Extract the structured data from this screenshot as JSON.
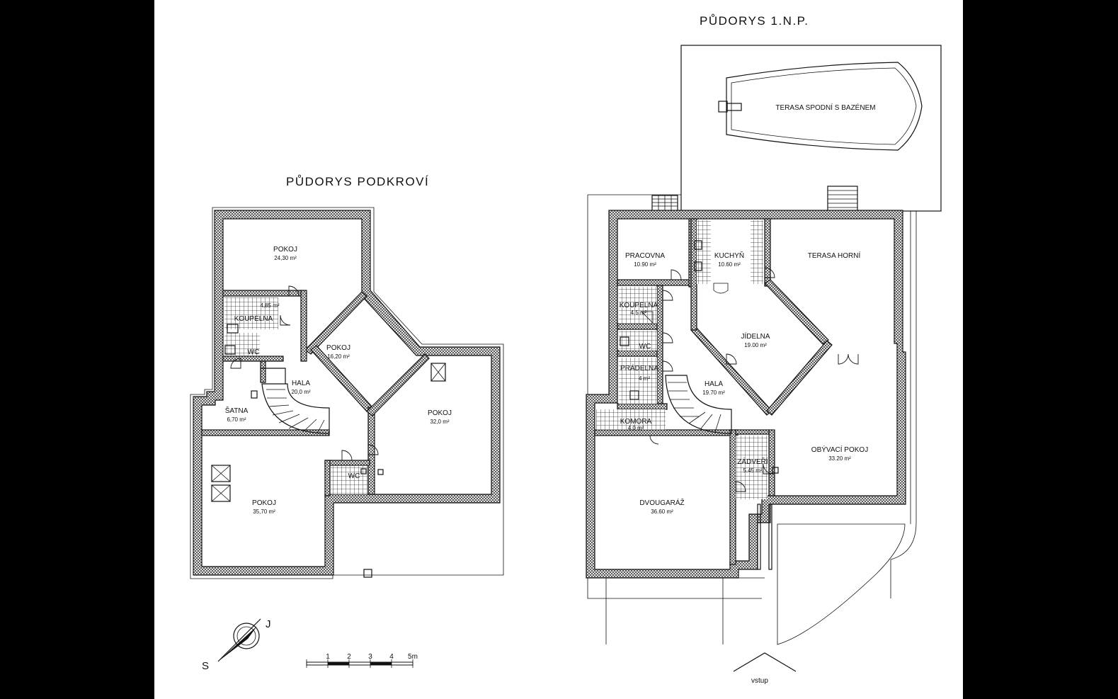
{
  "titles": {
    "attic": "PŮDORYS PODKROVÍ",
    "ground": "PŮDORYS 1.N.P."
  },
  "attic_rooms": [
    {
      "name": "POKOJ",
      "area": "24,30 m²"
    },
    {
      "name": "KOUPELNA",
      "area": "4,85 m²"
    },
    {
      "name": "WC",
      "area": ""
    },
    {
      "name": "POKOJ",
      "area": "16,20 m²"
    },
    {
      "name": "HALA",
      "area": "20,0 m²"
    },
    {
      "name": "ŠATNA",
      "area": "6,70 m²"
    },
    {
      "name": "POKOJ",
      "area": "32,0 m²"
    },
    {
      "name": "WC",
      "area": ""
    },
    {
      "name": "POKOJ",
      "area": "35,70 m²"
    }
  ],
  "ground_rooms": [
    {
      "name": "TERASA SPODNÍ S BAZÉNEM",
      "area": ""
    },
    {
      "name": "PRACOVNA",
      "area": "10.90 m²"
    },
    {
      "name": "KUCHYŇ",
      "area": "10.60 m²"
    },
    {
      "name": "TERASA HORNÍ",
      "area": ""
    },
    {
      "name": "KOUPELNA",
      "area": "4.5 m²"
    },
    {
      "name": "WC",
      "area": ""
    },
    {
      "name": "JÍDELNA",
      "area": "19.00 m²"
    },
    {
      "name": "PRÁDELNA",
      "area": "4 m²"
    },
    {
      "name": "HALA",
      "area": "19.70 m²"
    },
    {
      "name": "KOMORA",
      "area": "4.0 m²"
    },
    {
      "name": "ZÁDVEŘÍ",
      "area": "5.45 m²"
    },
    {
      "name": "OBÝVACÍ POKOJ",
      "area": "33.20 m²"
    },
    {
      "name": "DVOUGARÁŽ",
      "area": "36.60 m²"
    }
  ],
  "compass": {
    "south": "S",
    "north_marker": "J"
  },
  "scale_bar": {
    "ticks": [
      "1",
      "2",
      "3",
      "4",
      "5m"
    ]
  },
  "entrance": "vstup"
}
